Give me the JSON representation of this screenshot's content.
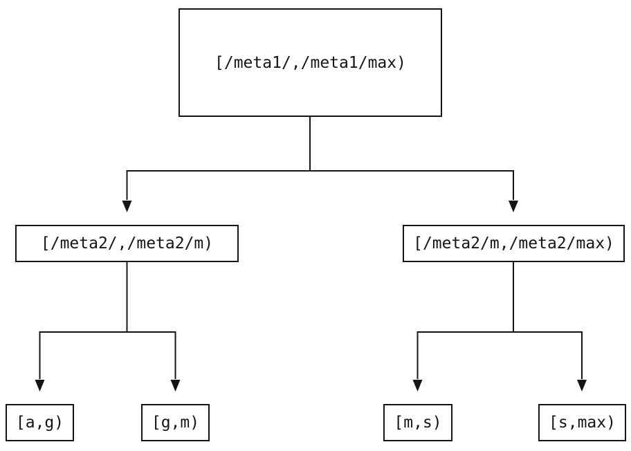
{
  "diagram": {
    "type": "tree",
    "colors": {
      "background": "#ffffff",
      "line": "#141414",
      "box_border": "#141414",
      "text": "#141414"
    },
    "nodes": {
      "root": {
        "label": "[/meta1/,/meta1/max)"
      },
      "left_mid": {
        "label": "[/meta2/,/meta2/m)"
      },
      "right_mid": {
        "label": "[/meta2/m,/meta2/max)"
      },
      "leaf_ag": {
        "label": "[a,g)"
      },
      "leaf_gm": {
        "label": "[g,m)"
      },
      "leaf_ms": {
        "label": "[m,s)"
      },
      "leaf_smax": {
        "label": "[s,max)"
      }
    },
    "edges": [
      {
        "from": "root",
        "to": "left_mid"
      },
      {
        "from": "root",
        "to": "right_mid"
      },
      {
        "from": "left_mid",
        "to": "leaf_ag"
      },
      {
        "from": "left_mid",
        "to": "leaf_gm"
      },
      {
        "from": "right_mid",
        "to": "leaf_ms"
      },
      {
        "from": "right_mid",
        "to": "leaf_smax"
      }
    ]
  }
}
